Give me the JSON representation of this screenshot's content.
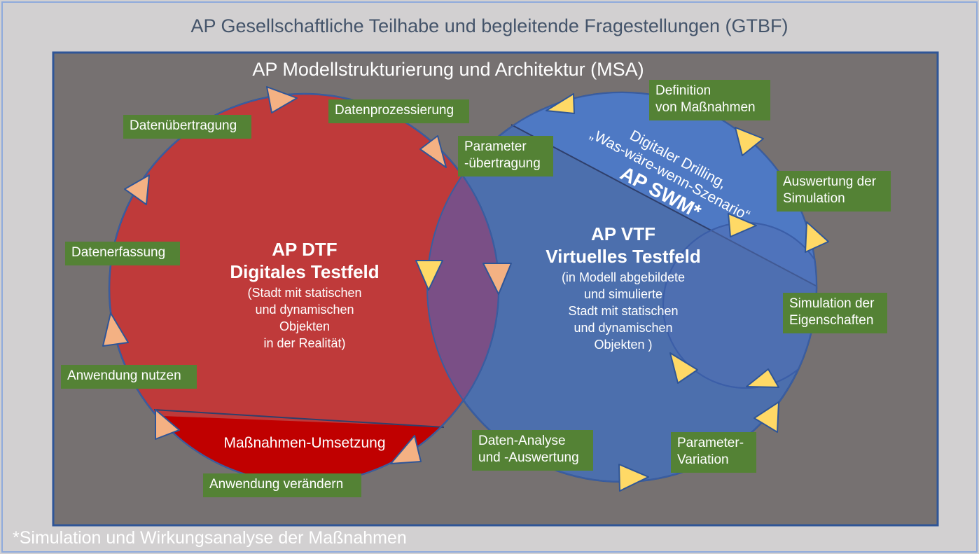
{
  "outer_title": "AP Gesellschaftliche Teilhabe und begleitende Fragestellungen (GTBF)",
  "inner_title": "AP Modellstrukturierung und Architektur (MSA)",
  "footnote": "*Simulation und Wirkungsanalyse der Maßnahmen",
  "dtf": {
    "title": "AP DTF\nDigitales Testfeld",
    "description": "(Stadt mit statischen\nund dynamischen\nObjekten\nin der Realität)",
    "bottom_segment": "Maßnahmen-Umsetzung"
  },
  "vtf": {
    "title": "AP VTF\nVirtuelles Testfeld",
    "description": "(in Modell abgebildete\nund simulierte\nStadt mit statischen\nund dynamischen\nObjekten )"
  },
  "swm": {
    "line1": "Digitaler Drilling,",
    "line2": "„Was-wäre-wenn-Szenario“",
    "line3": "AP SWM*"
  },
  "labels": {
    "datenuebertragung": "Datenübertragung",
    "datenprozessierung": "Datenprozessierung",
    "parameteruebertragung": "Parameter\n-übertragung",
    "datenerfassung": "Datenerfassung",
    "anwendung_nutzen": "Anwendung nutzen",
    "anwendung_veraendern": "Anwendung verändern",
    "definition_massnahmen": "Definition\nvon Maßnahmen",
    "auswertung_simulation": "Auswertung der\nSimulation",
    "simulation_eigenschaften": "Simulation der\nEigenschaften",
    "parameter_variation": "Parameter-\nVariation",
    "daten_analyse": "Daten-Analyse\nund -Auswertung"
  },
  "colors": {
    "outer_background": "#d2d0d1",
    "inner_background": "#767171",
    "frame_border": "#2f5597",
    "dtf_fill": "#bf3a3a",
    "dtf_segment_fill": "#c00000",
    "vtf_fill": "#4a6fb0",
    "label_fill": "#548235",
    "arrow_dtf": "#f4b183",
    "arrow_vtf": "#ffd966"
  }
}
